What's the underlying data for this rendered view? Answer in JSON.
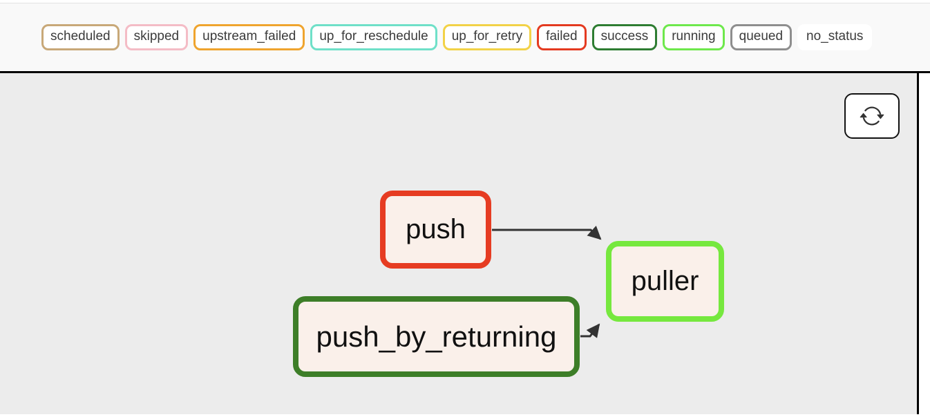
{
  "legend": {
    "statuses": [
      {
        "label": "scheduled",
        "border_color": "#c8a878"
      },
      {
        "label": "skipped",
        "border_color": "#f4bcc6"
      },
      {
        "label": "upstream_failed",
        "border_color": "#efa42e"
      },
      {
        "label": "up_for_reschedule",
        "border_color": "#6fe0c8"
      },
      {
        "label": "up_for_retry",
        "border_color": "#f2d247"
      },
      {
        "label": "failed",
        "border_color": "#e43a20"
      },
      {
        "label": "success",
        "border_color": "#2e7d32"
      },
      {
        "label": "running",
        "border_color": "#6ee84c"
      },
      {
        "label": "queued",
        "border_color": "#8e8e8e"
      },
      {
        "label": "no_status",
        "border_color": "#ffffff"
      }
    ]
  },
  "toolbar": {
    "refresh_icon_color": "#333333"
  },
  "graph": {
    "background": "#ececec",
    "node_fill": "#faf0ea",
    "edge_color": "#333333",
    "nodes": [
      {
        "id": "push",
        "label": "push",
        "status": "failed",
        "border_color": "#e63c22"
      },
      {
        "id": "push_by_returning",
        "label": "push_by_returning",
        "status": "success",
        "border_color": "#3d7e28"
      },
      {
        "id": "puller",
        "label": "puller",
        "status": "running",
        "border_color": "#76e83e"
      }
    ],
    "edges": [
      {
        "from": "push",
        "to": "puller"
      },
      {
        "from": "push_by_returning",
        "to": "puller"
      }
    ]
  }
}
